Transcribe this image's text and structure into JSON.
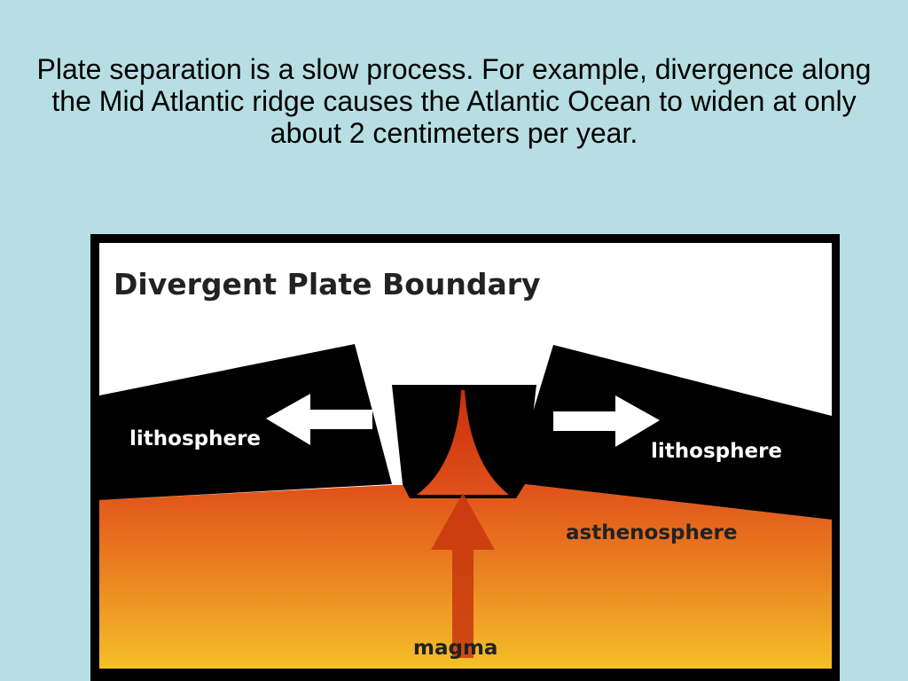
{
  "slide": {
    "text": "Plate separation is a slow process. For example, divergence along the Mid Atlantic ridge causes the Atlantic Ocean to widen at only about 2 centimeters per year."
  },
  "diagram": {
    "title": "Divergent Plate Boundary",
    "labels": {
      "lithosphere_left": "lithosphere",
      "lithosphere_right": "lithosphere",
      "asthenosphere": "asthenosphere",
      "magma": "magma"
    },
    "colors": {
      "background": "#b7dfe3",
      "sky": "#ffffff",
      "lithosphere": "#000000",
      "asthenosphere_top": "#e0501a",
      "asthenosphere_bottom": "#f5c028",
      "magma": "#c8300c",
      "arrow": "#ffffff"
    },
    "icons": {
      "left_arrow": "arrow-left-icon",
      "right_arrow": "arrow-right-icon",
      "up_arrow": "arrow-up-icon"
    }
  }
}
